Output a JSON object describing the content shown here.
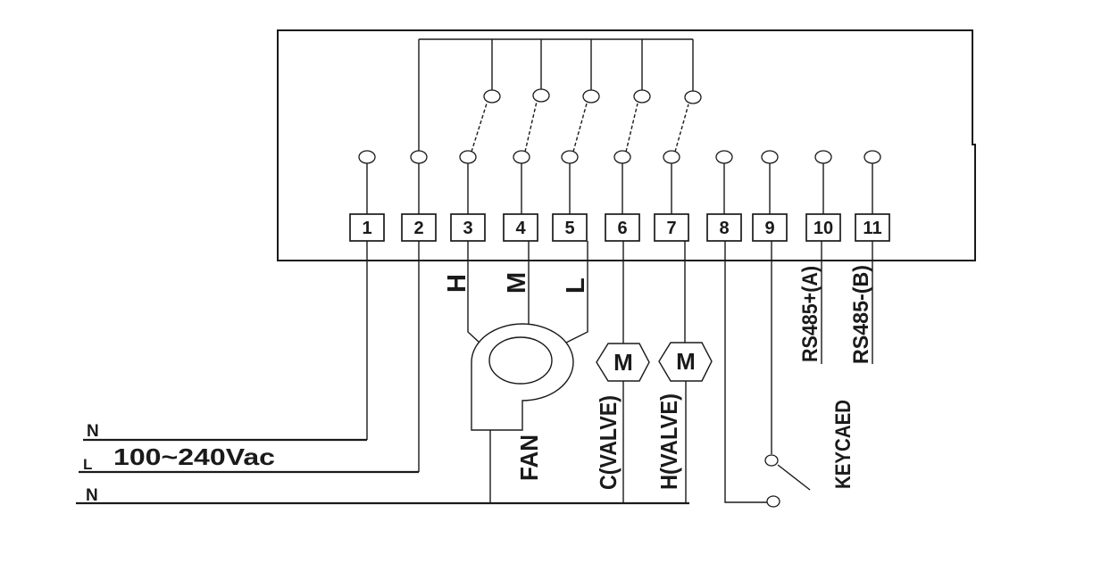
{
  "terminals": [
    "1",
    "2",
    "3",
    "4",
    "5",
    "6",
    "7",
    "8",
    "9",
    "10",
    "11"
  ],
  "fan": {
    "speed_high": "H",
    "speed_med": "M",
    "speed_low": "L",
    "label": "FAN"
  },
  "valves": {
    "motor_letter": "M",
    "cool_label": "C(VALVE)",
    "heat_label": "H(VALVE)"
  },
  "comm": {
    "rs485_a": "RS485+(A)",
    "rs485_b": "RS485-(B)"
  },
  "keycard": {
    "label": "KEYCAED"
  },
  "power": {
    "neutral_top": "N",
    "line_label": "L",
    "rating": "100~240Vac",
    "neutral_bottom": "N"
  },
  "colors": {
    "line": "#1a1a1a",
    "background": "#ffffff"
  }
}
